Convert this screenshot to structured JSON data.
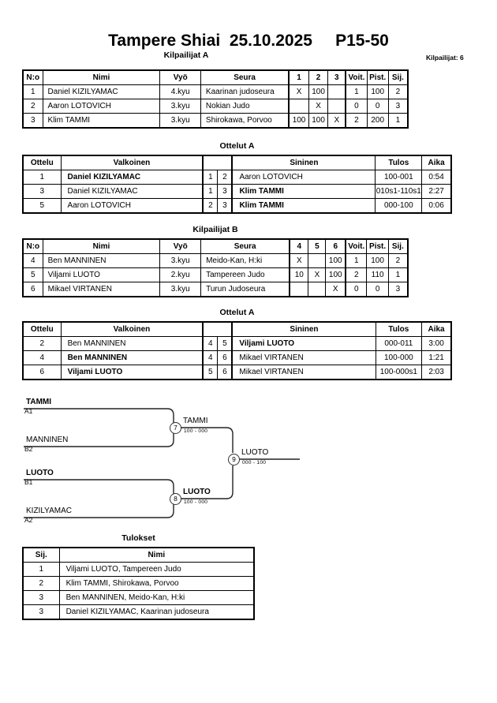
{
  "header": {
    "event": "Tampere Shiai",
    "date": "25.10.2025",
    "category": "P15-50",
    "entry_count_label": "Kilpailijat: 6"
  },
  "pool_a": {
    "title": "Kilpailijat A",
    "columns": [
      "N:o",
      "Nimi",
      "Vyö",
      "Seura",
      "1",
      "2",
      "3",
      "Voit.",
      "Pist.",
      "Sij."
    ],
    "rows": [
      {
        "no": "1",
        "name": "Daniel KIZILYAMAC",
        "belt": "4.kyu",
        "club": "Kaarinan judoseura",
        "m1": "X",
        "m2": "100",
        "m3": "",
        "wins": "1",
        "points": "100",
        "rank": "2"
      },
      {
        "no": "2",
        "name": "Aaron LOTOVICH",
        "belt": "3.kyu",
        "club": "Nokian Judo",
        "m1": "",
        "m2": "X",
        "m3": "",
        "wins": "0",
        "points": "0",
        "rank": "3"
      },
      {
        "no": "3",
        "name": "Klim TAMMI",
        "belt": "3.kyu",
        "club": "Shirokawa, Porvoo",
        "m1": "100",
        "m2": "100",
        "m3": "X",
        "wins": "2",
        "points": "200",
        "rank": "1"
      }
    ]
  },
  "matches_a": {
    "title": "Ottelut A",
    "columns": [
      "Ottelu",
      "Valkoinen",
      "",
      "",
      "Sininen",
      "Tulos",
      "Aika"
    ],
    "rows": [
      {
        "no": "1",
        "white": "Daniel KIZILYAMAC",
        "white_bold": true,
        "n1": "1",
        "n2": "2",
        "blue": "Aaron LOTOVICH",
        "blue_bold": false,
        "result": "100-001",
        "time": "0:54"
      },
      {
        "no": "3",
        "white": "Daniel KIZILYAMAC",
        "white_bold": false,
        "n1": "1",
        "n2": "3",
        "blue": "Klim TAMMI",
        "blue_bold": true,
        "result": "010s1-110s1",
        "time": "2:27"
      },
      {
        "no": "5",
        "white": "Aaron LOTOVICH",
        "white_bold": false,
        "n1": "2",
        "n2": "3",
        "blue": "Klim TAMMI",
        "blue_bold": true,
        "result": "000-100",
        "time": "0:06"
      }
    ]
  },
  "pool_b": {
    "title": "Kilpailijat B",
    "columns": [
      "N:o",
      "Nimi",
      "Vyö",
      "Seura",
      "4",
      "5",
      "6",
      "Voit.",
      "Pist.",
      "Sij."
    ],
    "rows": [
      {
        "no": "4",
        "name": "Ben MANNINEN",
        "belt": "3.kyu",
        "club": "Meido-Kan, H:ki",
        "m1": "X",
        "m2": "",
        "m3": "100",
        "wins": "1",
        "points": "100",
        "rank": "2"
      },
      {
        "no": "5",
        "name": "Viljami LUOTO",
        "belt": "2.kyu",
        "club": "Tampereen Judo",
        "m1": "10",
        "m2": "X",
        "m3": "100",
        "wins": "2",
        "points": "110",
        "rank": "1"
      },
      {
        "no": "6",
        "name": "Mikael VIRTANEN",
        "belt": "3.kyu",
        "club": "Turun Judoseura",
        "m1": "",
        "m2": "",
        "m3": "X",
        "wins": "0",
        "points": "0",
        "rank": "3"
      }
    ]
  },
  "matches_b": {
    "title": "Ottelut A",
    "columns": [
      "Ottelu",
      "Valkoinen",
      "",
      "",
      "Sininen",
      "Tulos",
      "Aika"
    ],
    "rows": [
      {
        "no": "2",
        "white": "Ben MANNINEN",
        "white_bold": false,
        "n1": "4",
        "n2": "5",
        "blue": "Viljami LUOTO",
        "blue_bold": true,
        "result": "000-011",
        "time": "3:00"
      },
      {
        "no": "4",
        "white": "Ben MANNINEN",
        "white_bold": true,
        "n1": "4",
        "n2": "6",
        "blue": "Mikael VIRTANEN",
        "blue_bold": false,
        "result": "100-000",
        "time": "1:21"
      },
      {
        "no": "6",
        "white": "Viljami LUOTO",
        "white_bold": true,
        "n1": "5",
        "n2": "6",
        "blue": "Mikael VIRTANEN",
        "blue_bold": false,
        "result": "100-000s1",
        "time": "2:03"
      }
    ]
  },
  "bracket": {
    "seeds": [
      {
        "name": "TAMMI",
        "code": "A1",
        "bold": true
      },
      {
        "name": "MANNINEN",
        "code": "B2",
        "bold": false
      },
      {
        "name": "LUOTO",
        "code": "B1",
        "bold": true
      },
      {
        "name": "KIZILYAMAC",
        "code": "A2",
        "bold": false
      }
    ],
    "semifinals": [
      {
        "number": "7",
        "winner": "TAMMI",
        "score": "100 - 000",
        "bold": false
      },
      {
        "number": "8",
        "winner": "LUOTO",
        "score": "100 - 000",
        "bold": true
      }
    ],
    "final": {
      "number": "9",
      "winner": "LUOTO",
      "score": "000 - 100",
      "bold": false
    }
  },
  "results": {
    "title": "Tulokset",
    "columns": [
      "Sij.",
      "Nimi"
    ],
    "rows": [
      {
        "rank": "1",
        "name": "Viljami LUOTO, Tampereen Judo"
      },
      {
        "rank": "2",
        "name": "Klim TAMMI, Shirokawa, Porvoo"
      },
      {
        "rank": "3",
        "name": "Ben MANNINEN, Meido-Kan, H:ki"
      },
      {
        "rank": "3",
        "name": "Daniel KIZILYAMAC, Kaarinan judoseura"
      }
    ]
  }
}
